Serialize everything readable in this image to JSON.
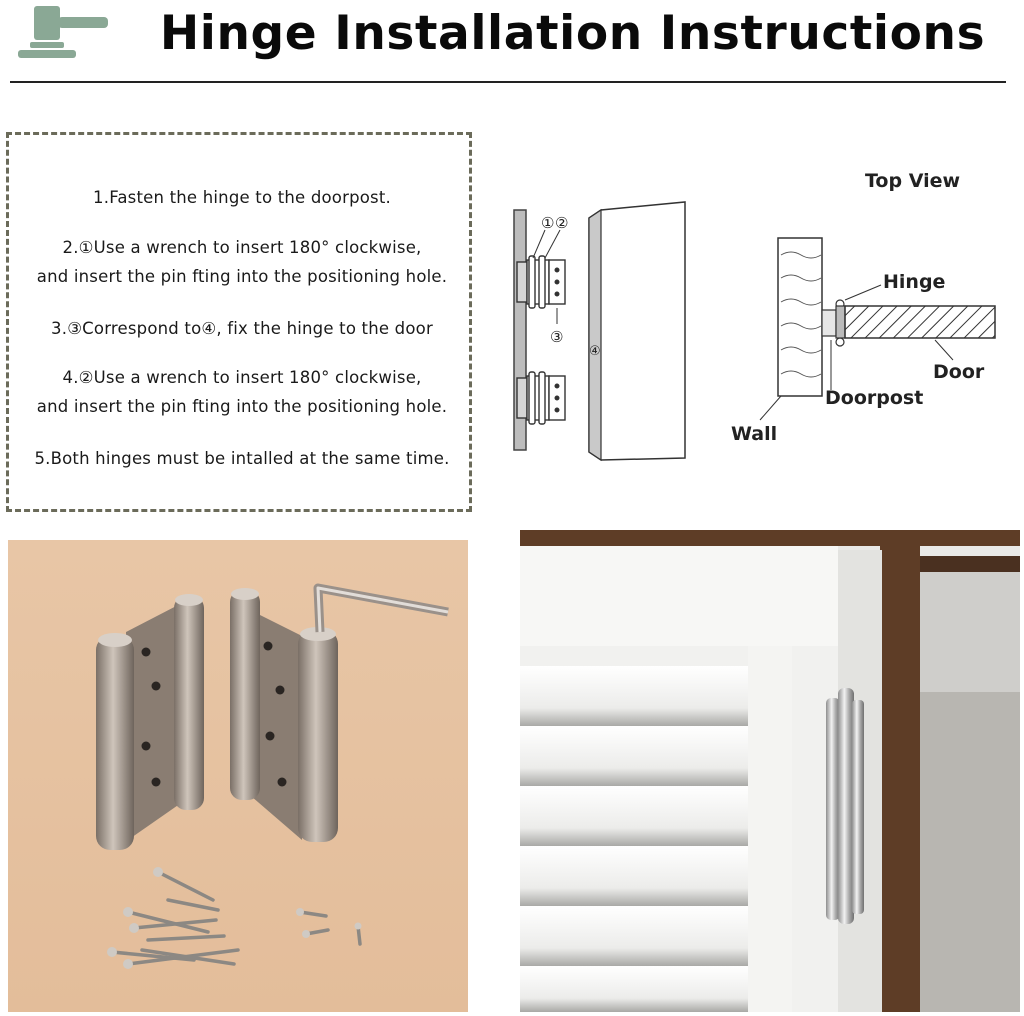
{
  "header": {
    "title": "Hinge Installation Instructions",
    "logo_icon": "gavel-icon"
  },
  "steps": [
    [
      "1.Fasten the hinge to the doorpost."
    ],
    [
      "2.①Use a wrench to insert 180° clockwise,",
      "and insert the pin fting into the positioning hole."
    ],
    [
      "3.③Correspond to④, fix the hinge to the door"
    ],
    [
      "4.②Use a wrench to insert 180° clockwise,",
      "and insert the pin fting into the positioning hole."
    ],
    [
      "5.Both hinges must be intalled at the same time."
    ]
  ],
  "diagram": {
    "marker_1": "①",
    "marker_2": "②",
    "marker_3": "③",
    "marker_4": "④",
    "top_view_title": "Top View",
    "label_hinge": "Hinge",
    "label_door": "Door",
    "label_doorpost": "Doorpost",
    "label_wall": "Wall"
  },
  "colors": {
    "logo": "#8aa895",
    "box_border": "#6b6b5a",
    "photo_background": "#e7c3a2",
    "cabinet_white": "#f1f1ef",
    "wood_frame": "#5e3d26"
  }
}
